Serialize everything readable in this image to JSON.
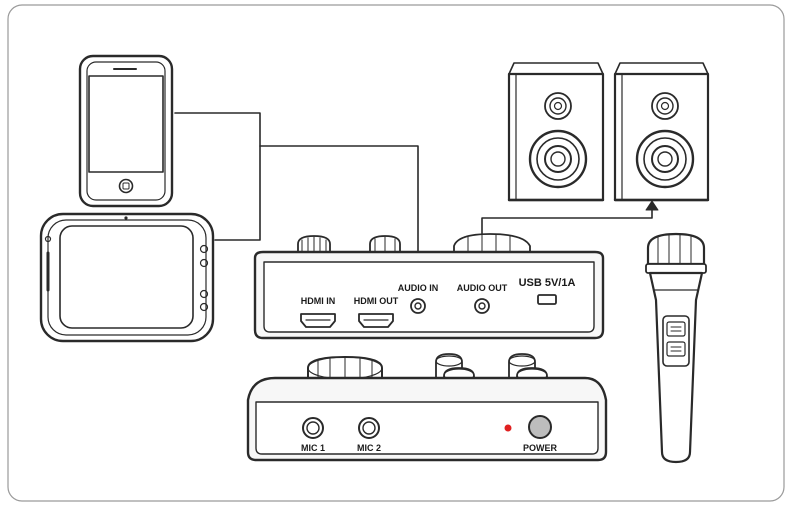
{
  "labels": {
    "hdmi_in": "HDMI IN",
    "hdmi_out": "HDMI OUT",
    "audio_in": "AUDIO IN",
    "audio_out": "AUDIO OUT",
    "usb": "USB 5V/1A",
    "mic1": "MIC 1",
    "mic2": "MIC 2",
    "power": "POWER"
  },
  "colors": {
    "line": "#2a2a2a",
    "fill": "#ffffff",
    "device_fill": "#f7f7f7",
    "indicator": "#e02020",
    "border": "#9a9a9a"
  },
  "icons": [
    "smartphone-icon",
    "tablet-icon",
    "speaker-left-icon",
    "speaker-right-icon",
    "wireless-microphone-icon",
    "mixer-back-panel-icon",
    "mixer-front-panel-icon"
  ]
}
